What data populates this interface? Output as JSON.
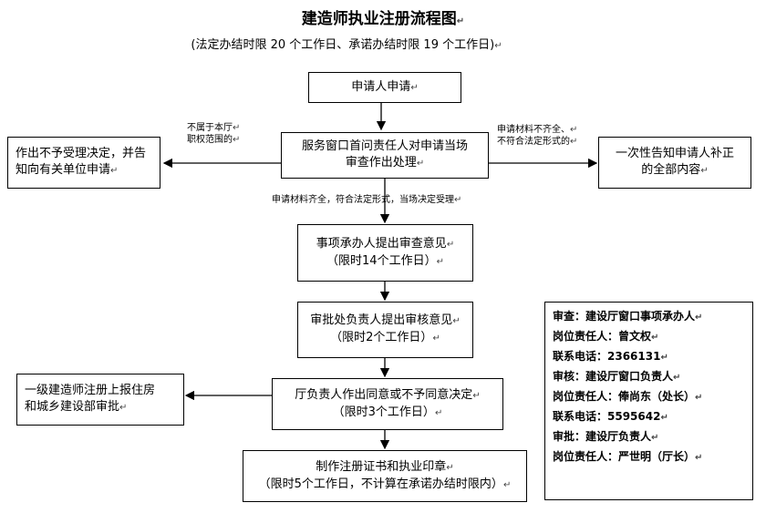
{
  "title": "建造师执业注册流程图",
  "subtitle": "(法定办结时限 20 个工作日、承诺办结时限 19 个工作日)",
  "nodes": {
    "applicant": "申请人申请",
    "window": [
      "服务窗口首问责任人对申请当场",
      "审查作出处理"
    ],
    "reject": [
      "作出不予受理决定，并告",
      "知向有关单位申请"
    ],
    "notify": [
      "一次性告知申请人补正",
      "的全部内容"
    ],
    "handler_review": [
      "事项承办人提出审查意见",
      "（限时14个工作日）"
    ],
    "dept_review": [
      "审批处负责人提出审核意见",
      "（限时2个工作日）"
    ],
    "hall_decision": [
      "厅负责人作出同意或不予同意决定",
      "（限时3个工作日）"
    ],
    "report": [
      "一级建造师注册上报住房",
      "和城乡建设部审批"
    ],
    "certificate": [
      "制作注册证书和执业印章",
      "（限时5个工作日，不计算在承诺办结时限内）"
    ]
  },
  "edge_labels": {
    "not_in_scope": [
      "不属于本厅",
      "职权范围的"
    ],
    "incomplete": [
      "申请材料不齐全、",
      "不符合法定形式的"
    ],
    "accepted": "申请材料齐全，符合法定形式，当场决定受理"
  },
  "contacts": [
    "审查：建设厅窗口事项承办人",
    "岗位责任人：曾文权",
    "联系电话：2366131",
    "审核：建设厅窗口负责人",
    "岗位责任人：俸尚东（处长）",
    "联系电话：5595642",
    "审批：建设厅负责人",
    "岗位责任人：严世明（厅长）"
  ],
  "return_mark": "↵"
}
